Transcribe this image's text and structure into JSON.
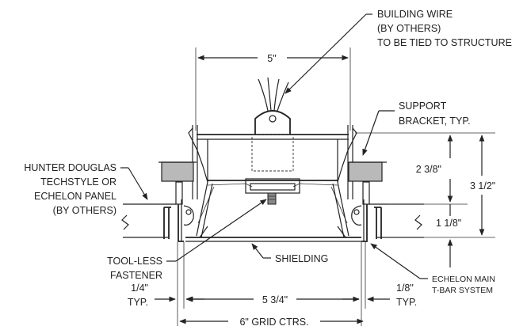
{
  "labels": {
    "building_wire": [
      "BUILDING WIRE",
      "(BY OTHERS)",
      "TO BE TIED TO STRUCTURE"
    ],
    "support_bracket": [
      "SUPPORT",
      "BRACKET, TYP."
    ],
    "panel": [
      "HUNTER DOUGLAS",
      "TECHSTYLE OR",
      "ECHELON PANEL",
      "(BY OTHERS)"
    ],
    "fastener": [
      "TOOL-LESS",
      "FASTENER"
    ],
    "shielding": "SHIELDING",
    "tbar": [
      "ECHELON MAIN",
      "T-BAR SYSTEM"
    ]
  },
  "dimensions": {
    "top_width": "5\"",
    "height_upper": "2 3/8\"",
    "height_total": "3 1/2\"",
    "height_lower": "1 1/8\"",
    "left_gap": [
      "1/4\"",
      "TYP."
    ],
    "inner_width": "5 3/4\"",
    "right_gap": [
      "1/8\"",
      "TYP."
    ],
    "grid_centers": "6\" GRID CTRS."
  },
  "colors": {
    "line": "#222222",
    "fill_gray": "#b9b9b9"
  }
}
